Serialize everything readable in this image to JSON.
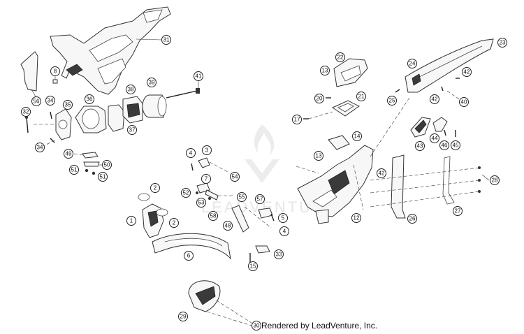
{
  "footer_text": "Rendered by LeadVenture, Inc.",
  "watermark_text": "LEADVENTURE",
  "colors": {
    "line": "#333333",
    "background": "#ffffff",
    "dark_part": "#3a3a3a",
    "watermark": "#e6e6e6"
  },
  "callouts": [
    {
      "id": "c1",
      "label": "1"
    },
    {
      "id": "c2a",
      "label": "2"
    },
    {
      "id": "c2b",
      "label": "2"
    },
    {
      "id": "c3",
      "label": "3"
    },
    {
      "id": "c4a",
      "label": "4"
    },
    {
      "id": "c4b",
      "label": "4"
    },
    {
      "id": "c5",
      "label": "5"
    },
    {
      "id": "c6",
      "label": "6"
    },
    {
      "id": "c7",
      "label": "7"
    },
    {
      "id": "c8",
      "label": "8"
    },
    {
      "id": "c12",
      "label": "12"
    },
    {
      "id": "c13a",
      "label": "13"
    },
    {
      "id": "c13b",
      "label": "13"
    },
    {
      "id": "c14",
      "label": "14"
    },
    {
      "id": "c15",
      "label": "15"
    },
    {
      "id": "c17",
      "label": "17"
    },
    {
      "id": "c20",
      "label": "20"
    },
    {
      "id": "c21",
      "label": "21"
    },
    {
      "id": "c22",
      "label": "22"
    },
    {
      "id": "c23",
      "label": "23"
    },
    {
      "id": "c24",
      "label": "24"
    },
    {
      "id": "c25",
      "label": "25"
    },
    {
      "id": "c26",
      "label": "26"
    },
    {
      "id": "c27",
      "label": "27"
    },
    {
      "id": "c28",
      "label": "28"
    },
    {
      "id": "c29",
      "label": "29"
    },
    {
      "id": "c30",
      "label": "30"
    },
    {
      "id": "c31",
      "label": "31"
    },
    {
      "id": "c32",
      "label": "32"
    },
    {
      "id": "c33",
      "label": "33"
    },
    {
      "id": "c34a",
      "label": "34"
    },
    {
      "id": "c34b",
      "label": "34"
    },
    {
      "id": "c35",
      "label": "35"
    },
    {
      "id": "c36",
      "label": "36"
    },
    {
      "id": "c37",
      "label": "37"
    },
    {
      "id": "c38",
      "label": "38"
    },
    {
      "id": "c39",
      "label": "39"
    },
    {
      "id": "c40",
      "label": "40"
    },
    {
      "id": "c41",
      "label": "41"
    },
    {
      "id": "c42a",
      "label": "42"
    },
    {
      "id": "c42b",
      "label": "42"
    },
    {
      "id": "c42c",
      "label": "42"
    },
    {
      "id": "c43",
      "label": "43"
    },
    {
      "id": "c44",
      "label": "44"
    },
    {
      "id": "c45",
      "label": "45"
    },
    {
      "id": "c46",
      "label": "46"
    },
    {
      "id": "c48",
      "label": "48"
    },
    {
      "id": "c49",
      "label": "49"
    },
    {
      "id": "c50",
      "label": "50"
    },
    {
      "id": "c51a",
      "label": "51"
    },
    {
      "id": "c51b",
      "label": "51"
    },
    {
      "id": "c52",
      "label": "52"
    },
    {
      "id": "c53",
      "label": "53"
    },
    {
      "id": "c54",
      "label": "54"
    },
    {
      "id": "c55",
      "label": "55"
    },
    {
      "id": "c56",
      "label": "56"
    },
    {
      "id": "c57",
      "label": "57"
    },
    {
      "id": "c58",
      "label": "58"
    }
  ]
}
